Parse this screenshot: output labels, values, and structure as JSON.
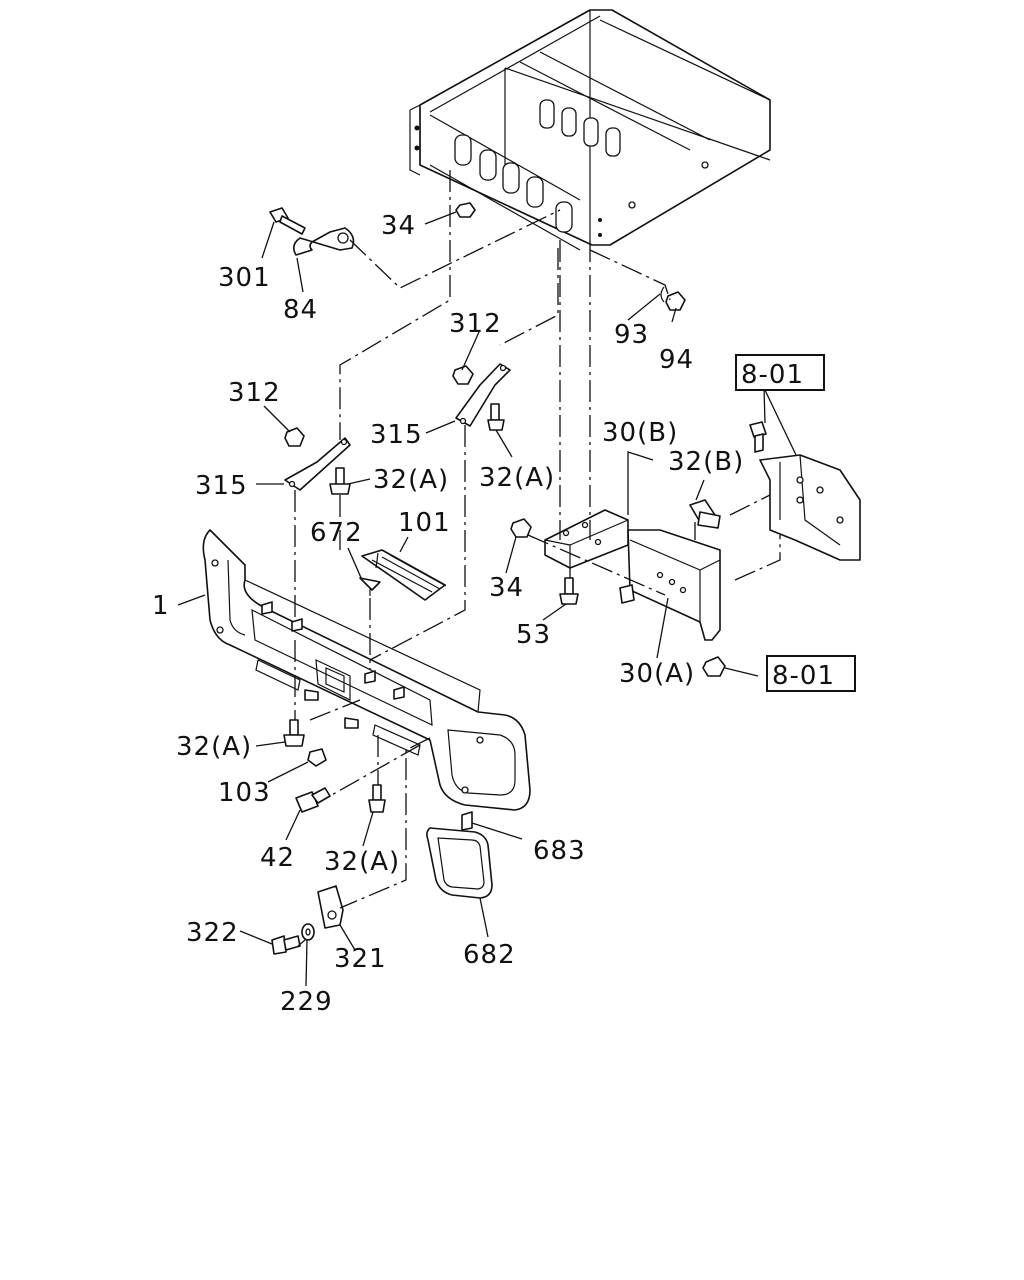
{
  "diagram": {
    "callouts": {
      "c34a": "34",
      "c301": "301",
      "c84": "84",
      "c312a": "312",
      "c93": "93",
      "c94": "94",
      "c312b": "312",
      "c315a": "315",
      "c801a": "8-01",
      "c30b": "30(B)",
      "c315b": "315",
      "c32a1": "32(A)",
      "c32a2": "32(A)",
      "c32b": "32(B)",
      "c672": "672",
      "c101": "101",
      "c34b": "34",
      "c1": "1",
      "c53": "53",
      "c30a": "30(A)",
      "c801b": "8-01",
      "c32a3": "32(A)",
      "c103": "103",
      "c42": "42",
      "c32a4": "32(A)",
      "c683": "683",
      "c322": "322",
      "c321": "321",
      "c682": "682",
      "c229": "229"
    }
  }
}
